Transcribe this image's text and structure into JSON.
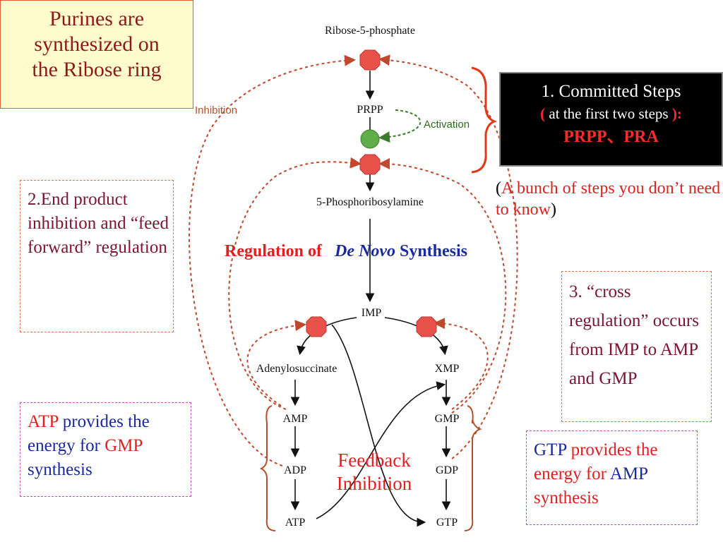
{
  "title_box": {
    "lines": [
      "Purines are",
      "synthesized on",
      "the Ribose ring"
    ]
  },
  "committed_box": {
    "line1": "1.   Committed Steps",
    "line2_open": "(",
    "line2_text": " at the first two steps ",
    "line2_close": "):",
    "line3": "PRPP、PRA"
  },
  "bunch_note": {
    "open": "(",
    "text": "A bunch of steps you don’t need to know",
    "close": ")"
  },
  "end_product_box": {
    "text": "2.End product inhibition and “feed forward” regulation"
  },
  "cross_regulation_box": {
    "text": "3. “cross regulation” occurs from IMP to AMP and GMP"
  },
  "atp_box": {
    "term1": "ATP",
    "text1": " provides the energy for ",
    "term2": "GMP",
    "text2": " synthesis"
  },
  "gtp_box": {
    "term1": "GTP",
    "text1": " provides the energy for ",
    "term2": "AMP",
    "text2": " synthesis"
  },
  "regulation_heading": {
    "part1": "Regulation of",
    "part2": "De Novo",
    "part3": "Synthesis"
  },
  "feedback_label": {
    "line1": "Feedback",
    "line2": "Inhibition"
  },
  "pathway": {
    "ribose": "Ribose-5-phosphate",
    "prpp": "PRPP",
    "phosphoribosylamine": "5-Phosphoribosylamine",
    "imp": "IMP",
    "adenylosuccinate": "Adenylosuccinate",
    "xmp": "XMP",
    "amp": "AMP",
    "adp": "ADP",
    "atp": "ATP",
    "gmp": "GMP",
    "gdp": "GDP",
    "gtp": "GTP",
    "inhibition": "Inhibition",
    "activation": "Activation"
  },
  "colors": {
    "inhibit": "#e8524a",
    "activate": "#5fae4a",
    "dashed_red": "#c0482c",
    "dashed_green": "#3a7a2a",
    "dark_red": "#7a1430",
    "blue": "#1a2a9a",
    "red": "#e02020"
  }
}
